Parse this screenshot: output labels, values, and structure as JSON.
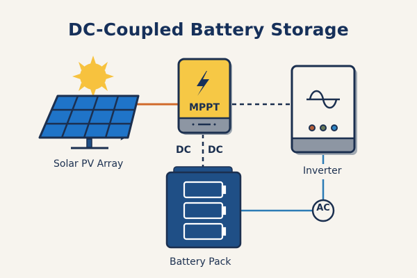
{
  "title": "DC-Coupled Battery Storage",
  "components": {
    "solar": {
      "label": "Solar PV Array",
      "icon": "solar-panel-icon"
    },
    "sun": {
      "icon": "sun-icon"
    },
    "mppt": {
      "label": "MPPT",
      "icon": "lightning-bolt-icon"
    },
    "inverter": {
      "label": "Inverter",
      "icon": "sine-wave-icon",
      "indicators": [
        "#b5603a",
        "#6b7a5a",
        "#2f86c5"
      ]
    },
    "battery": {
      "label": "Battery Pack",
      "icon": "battery-cells-icon",
      "cells": 3
    },
    "ac_node": {
      "label": "AC"
    }
  },
  "connections": {
    "dc_label_left": "DC",
    "dc_label_right": "DC"
  },
  "colors": {
    "background": "#f7f4ee",
    "navy": "#16305a",
    "outline": "#1b2f4f",
    "panel_blue": "#1f74c8",
    "sun_yellow": "#f7c23e",
    "mppt_yellow": "#f6c845",
    "battery_blue": "#1f4f86",
    "solar_line": "#d06a2b",
    "ac_line": "#2c7bb5",
    "base_gray": "#8d96a3"
  }
}
